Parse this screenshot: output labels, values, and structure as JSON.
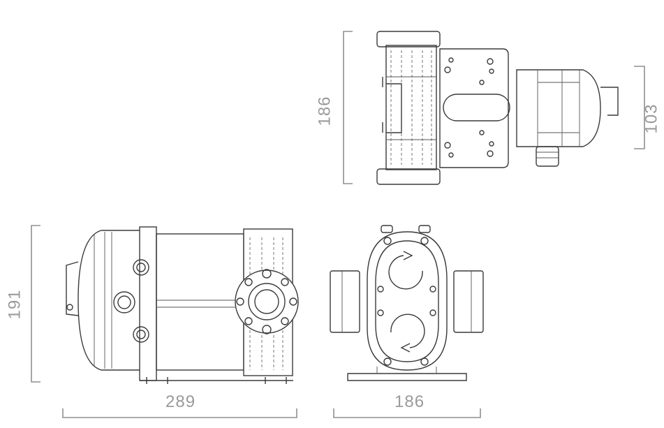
{
  "dimensions": {
    "top_view_height": "186",
    "top_view_depth": "103",
    "side_view_height": "191",
    "side_view_length": "289",
    "front_view_width": "186"
  },
  "colors": {
    "dimension": "#9a9a9a",
    "line": "#3a3a3a",
    "background": "#ffffff"
  }
}
